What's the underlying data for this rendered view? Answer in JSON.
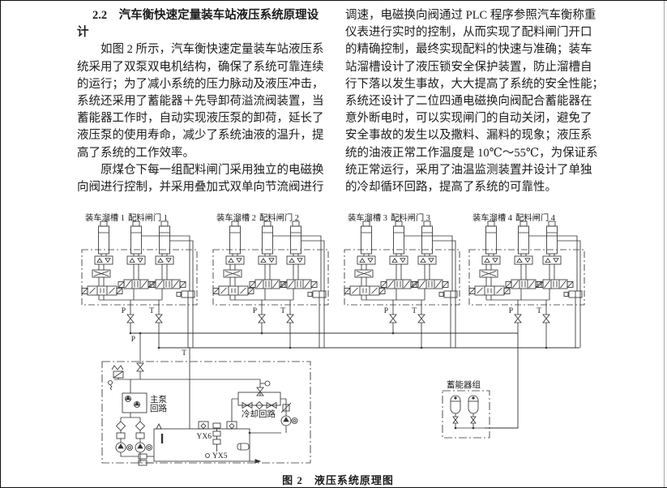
{
  "text": {
    "left": [
      "2.2　汽车衡快速定量装车站液压系统原理设",
      "计",
      "如图 2 所示，汽车衡快速定量装车站液压系",
      "统采用了双泵双电机结构，确保了系统可靠连续",
      "的运行；为了减小系统的压力脉动及液压冲击，",
      "系统还采用了蓄能器＋先导卸荷溢流阀装置，当",
      "蓄能器工作时，自动实现液压泵的卸荷，延长了",
      "液压泵的使用寿命，减少了系统油液的温升，提",
      "高了系统的工作效率。",
      "原煤仓下每一组配料闸门采用独立的电磁换",
      "向阀进行控制，并采用叠加式双单向节流阀进行"
    ],
    "right": [
      "调速，电磁换向阀通过 PLC 程序参照汽车衡称重",
      "仪表进行实时的控制，从而实现了配料闸门开口",
      "的精确控制，最终实现配料的快速与准确；装车",
      "站溜槽设计了液压锁安全保护装置，防止溜槽自",
      "行下落以发生事故，大大提高了系统的安全性能；",
      "系统还设计了二位四通电磁换向阀配合蓄能器在",
      "意外断电时，可以实现闸门的自动关闭，避免了",
      "安全事故的发生以及撒料、漏料的现象；液压系",
      "统的油液正常工作温度是 10℃～55℃，为保证系",
      "统正常运行，采用了油温监测装置并设计了单独",
      "的冷却循环回路，提高了系统的可靠性。"
    ]
  },
  "figure": {
    "caption": "图 2　液压系统原理图",
    "groups": [
      {
        "chute": "装车溜槽 1",
        "gate": "配料闸门 1"
      },
      {
        "chute": "装车溜槽 2",
        "gate": "配料闸门 2"
      },
      {
        "chute": "装车溜槽 3",
        "gate": "配料闸门 3"
      },
      {
        "chute": "装车溜槽 4",
        "gate": "配料闸门 4"
      }
    ],
    "port_p": "P",
    "port_t": "T",
    "pump_label_1": "主泵",
    "pump_label_2": "回路",
    "cooling_label": "冷却回路",
    "accumulator_label": "蓄能器组",
    "level_switch_upper": "YX6",
    "level_switch_lower": "YX5"
  }
}
